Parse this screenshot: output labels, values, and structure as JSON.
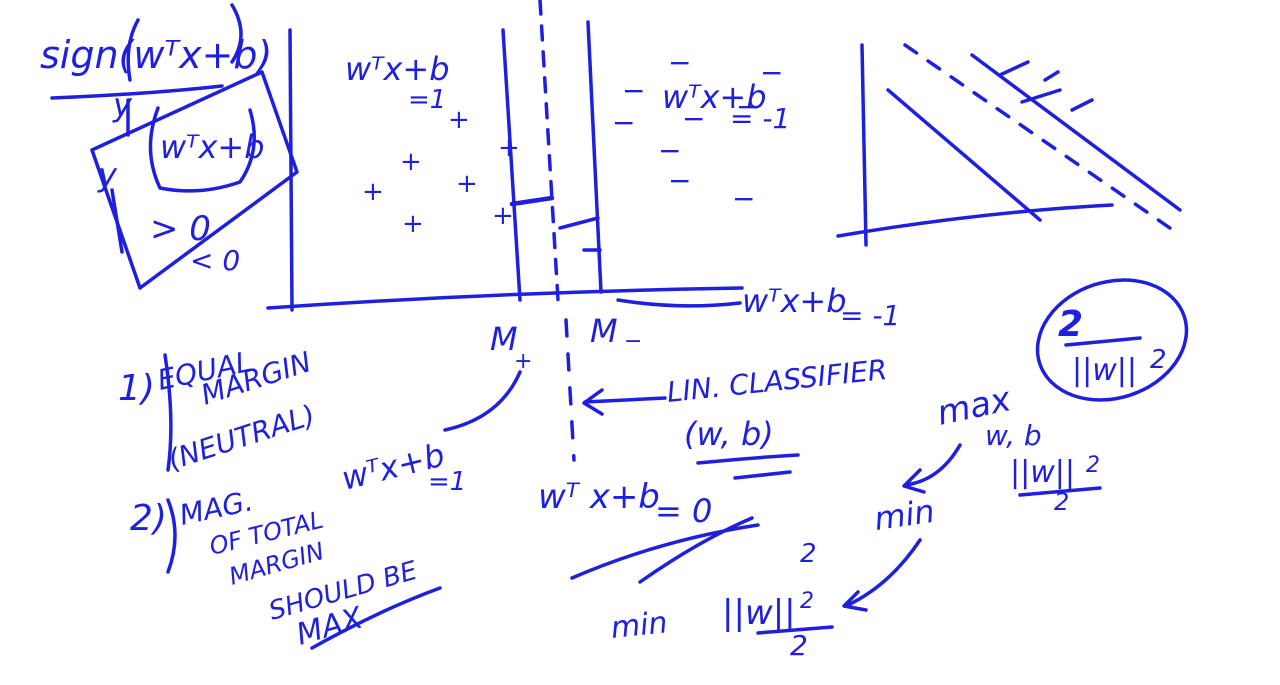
{
  "ink_color": "#1f1fe0",
  "top_left": {
    "sign_expr": "sign(wᵀx+b)",
    "y_label": "y",
    "y_label_2": "y",
    "inner_expr": "wᵀx+b",
    "gt_zero": "> 0",
    "lt_zero": "< 0"
  },
  "middle_plot": {
    "left_eq": "wᵀx+b",
    "left_eq_rhs": "=1",
    "right_eq": "wᵀx+b",
    "right_eq_rhs": "= -1",
    "bottom_eq": "wᵀx+b",
    "bottom_eq_rhs": "= -1",
    "margin_plus_label": "M",
    "margin_plus_sub": "+",
    "margin_minus_label": "M",
    "margin_minus_sub": "−",
    "plus_marks": [
      "+",
      "+",
      "+",
      "+",
      "+",
      "+",
      "+"
    ],
    "minus_marks": [
      "−",
      "−",
      "−",
      "−",
      "−",
      "−",
      "−",
      "−",
      "−"
    ]
  },
  "notes": {
    "n1_num": "1)",
    "n1_line1": "EQUAL",
    "n1_line2": "MARGIN",
    "n1_line3": "(NEUTRAL)",
    "n2_num": "2)",
    "n2_line1": "MAG.",
    "n2_line2": "OF TOTAL",
    "n2_line3": "MARGIN",
    "n2_line4": "SHOULD BE",
    "n2_line5": "MAX",
    "n2_eq": "wᵀx+b",
    "n2_eq_rhs": "=1",
    "lin_classifier": "LIN. CLASSIFIER",
    "lin_params": "(w, b)",
    "boundary_eq": "wᵀ x+b",
    "boundary_rhs": "= 0"
  },
  "right_side": {
    "circle_num": "2",
    "circle_den": "||w||",
    "circle_sub": "2",
    "max_label": "max",
    "max_sub": "w, b",
    "norm_num": "||w||",
    "norm_sub": "2",
    "norm_den": "2",
    "min_label": "min",
    "min_final_label": "min",
    "min_final_num": "||w||",
    "min_final_sup": "2",
    "min_final_sub": "2",
    "min_final_den": "2"
  }
}
